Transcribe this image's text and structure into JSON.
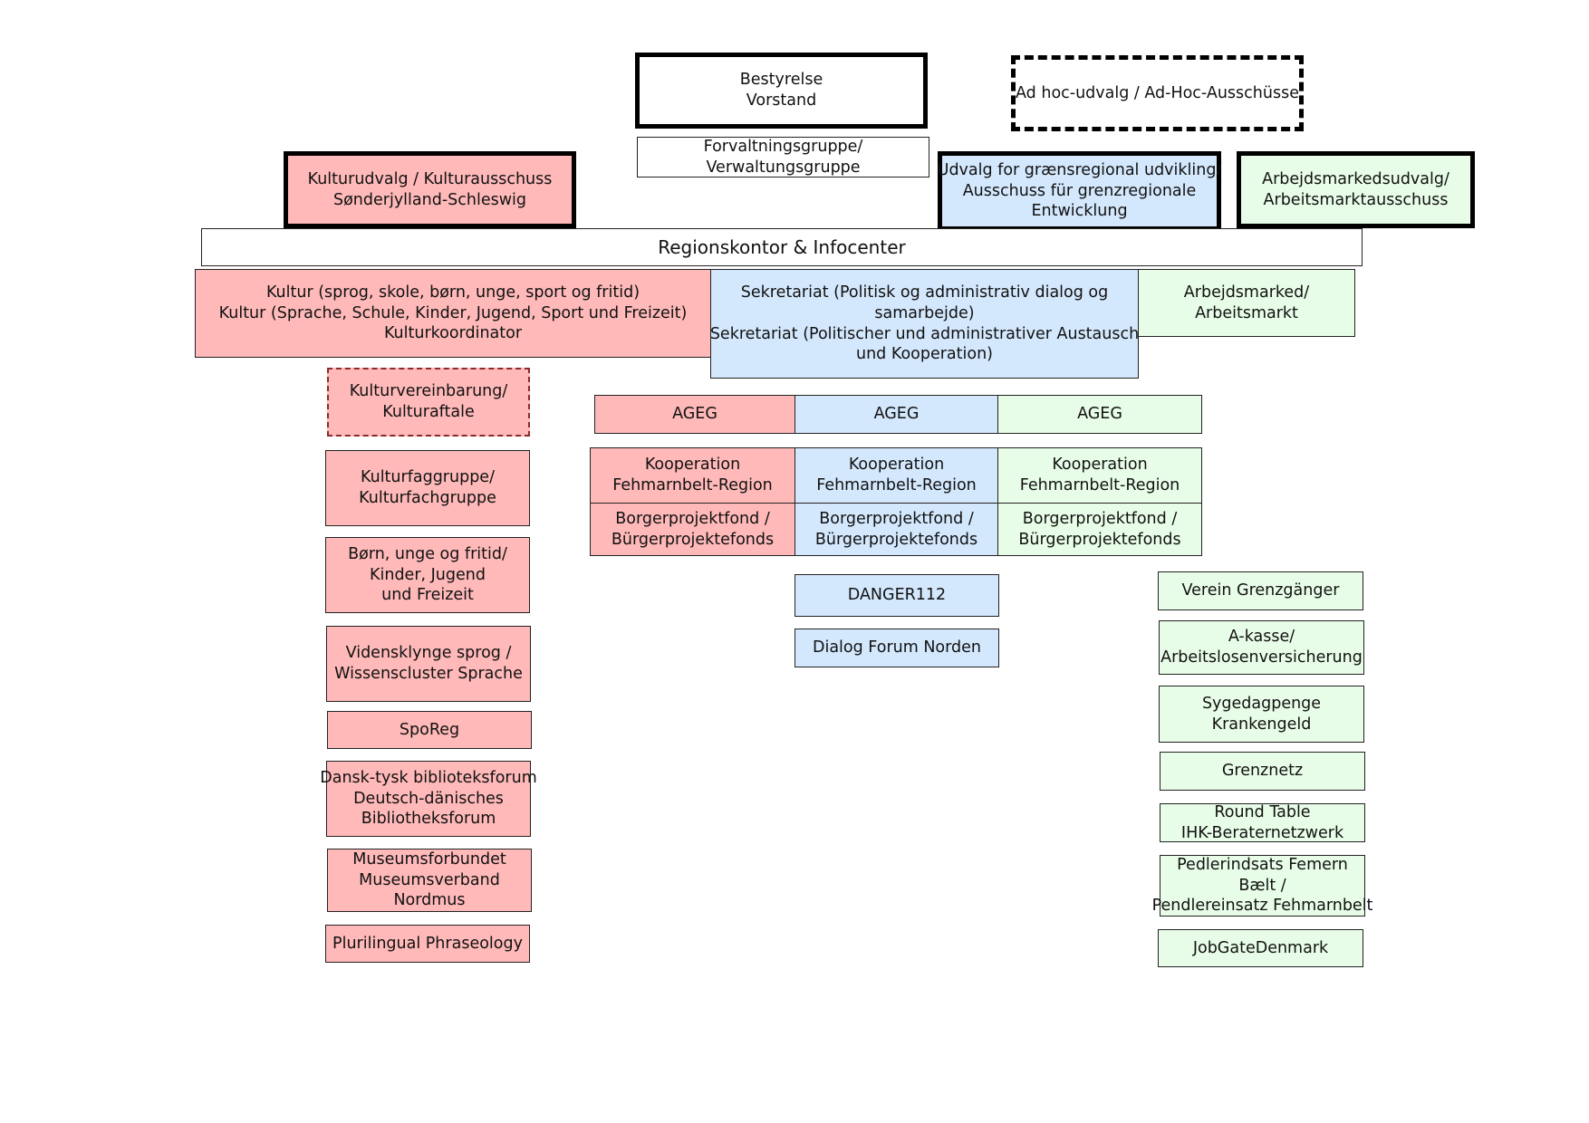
{
  "board": [
    "Bestyrelse",
    "Vorstand"
  ],
  "adhoc": [
    "Ad hoc-udvalg / Ad-Hoc-Ausschüsse"
  ],
  "admin_group": [
    "Forvaltningsgruppe/",
    "Verwaltungsgruppe"
  ],
  "committees": {
    "culture": [
      "Kulturudvalg / Kulturausschuss",
      "Sønderjylland-Schleswig"
    ],
    "development": [
      "Udvalg for grænsregional udvikling/",
      "Ausschuss für grenzregionale",
      "Entwicklung"
    ],
    "labour": [
      "Arbejdsmarkedsudvalg/",
      "Arbeitsmarktausschuss"
    ]
  },
  "office": [
    "Regionskontor & Infocenter"
  ],
  "departments": {
    "culture": [
      "Kultur (sprog, skole, børn, unge, sport og fritid)",
      "Kultur (Sprache, Schule, Kinder, Jugend, Sport und Freizeit)",
      "Kulturkoordinator"
    ],
    "secretariat": [
      "Sekretariat (Politisk og administrativ dialog og",
      "samarbejde)",
      "Sekretariat (Politischer und administrativer Austausch",
      "und Kooperation)"
    ],
    "labour": [
      "Arbejdsmarked/",
      "Arbeitsmarkt"
    ]
  },
  "shared_rows": {
    "ageg": [
      "AGEG"
    ],
    "kooperation": [
      "Kooperation",
      "Fehmarnbelt-Region"
    ],
    "projektfond": [
      "Borgerprojektfond /",
      "Bürgerprojektefonds"
    ]
  },
  "culture_items": [
    [
      "Kulturvereinbarung/",
      "Kulturaftale"
    ],
    [
      "Kulturfaggruppe/",
      "Kulturfachgruppe"
    ],
    [
      "Børn, unge og fritid/",
      "Kinder, Jugend",
      "und Freizeit"
    ],
    [
      "Vidensklynge sprog /",
      "Wissenscluster Sprache"
    ],
    [
      "SpoReg"
    ],
    [
      "Dansk-tysk biblioteksforum",
      "Deutsch-dänisches",
      "Bibliotheksforum"
    ],
    [
      "Museumsforbundet",
      "Museumsverband",
      "Nordmus"
    ],
    [
      "Plurilingual Phraseology"
    ]
  ],
  "secretariat_items": [
    [
      "DANGER112"
    ],
    [
      "Dialog Forum Norden"
    ]
  ],
  "labour_items": [
    [
      "Verein Grenzgänger"
    ],
    [
      "A-kasse/",
      "Arbeitslosenversicherung"
    ],
    [
      "Sygedagpenge",
      "Krankengeld"
    ],
    [
      "Grenznetz"
    ],
    [
      "Round Table",
      "IHK-Beraternetzwerk"
    ],
    [
      "Pedlerindsats Femern",
      "Bælt /",
      "Pendlereinsatz Fehmarnbelt"
    ],
    [
      "JobGateDenmark"
    ]
  ],
  "colors": {
    "culture": "#ffb9b9",
    "secretariat": "#d4e8fd",
    "labour": "#e8fde8",
    "border": "#222222"
  }
}
